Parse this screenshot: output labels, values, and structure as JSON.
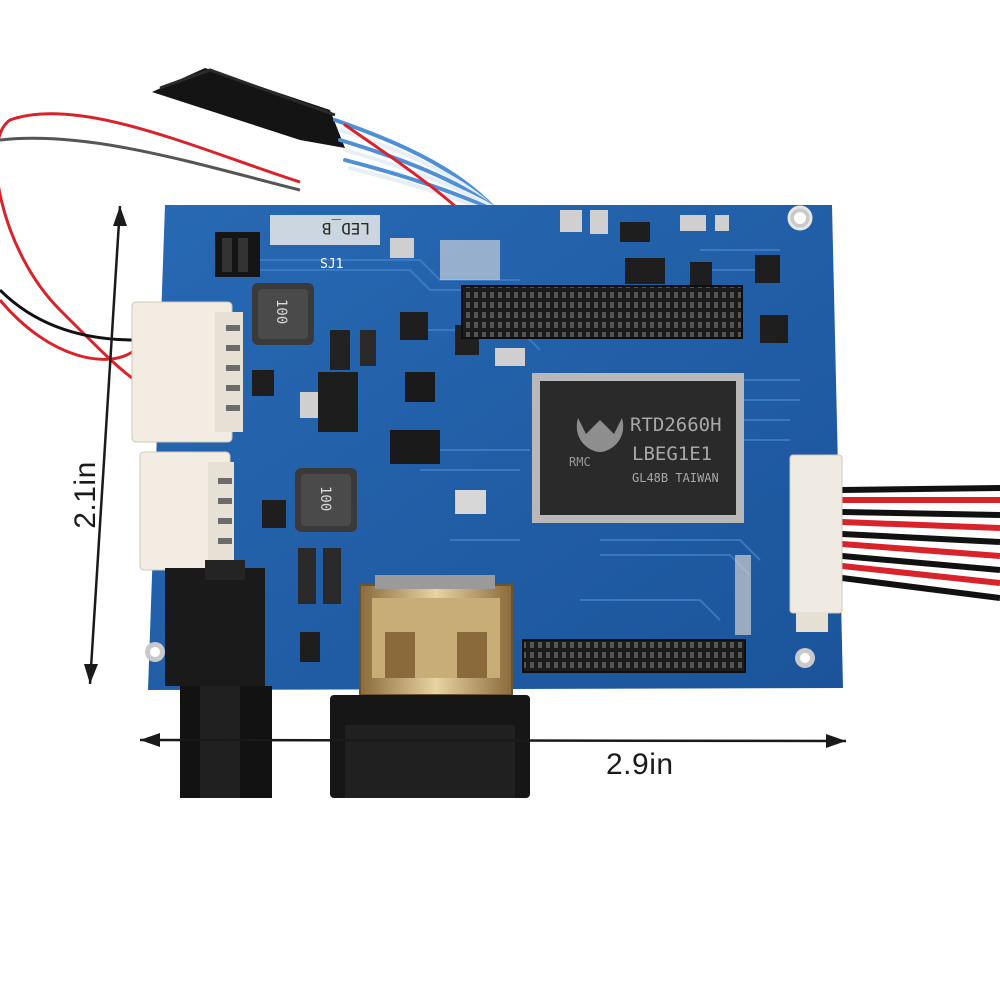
{
  "product": {
    "chip_line1": "RTD2660H",
    "chip_line2": "LBEG1E1",
    "chip_line3": "GL48B TAIWAN",
    "chip_logo": "RMC",
    "inductor_top": "100",
    "inductor_bottom": "100",
    "silk_sj1": "SJ1",
    "silk_label": "LED_B"
  },
  "dimensions": {
    "height_label": "2.1in",
    "width_label": "2.9in"
  },
  "colors": {
    "pcb": "#1f5fa8",
    "pcb_dark": "#17467e",
    "trace": "#3b7bc4",
    "background": "#ffffff",
    "wire_red": "#d8232a",
    "wire_black": "#111111"
  }
}
